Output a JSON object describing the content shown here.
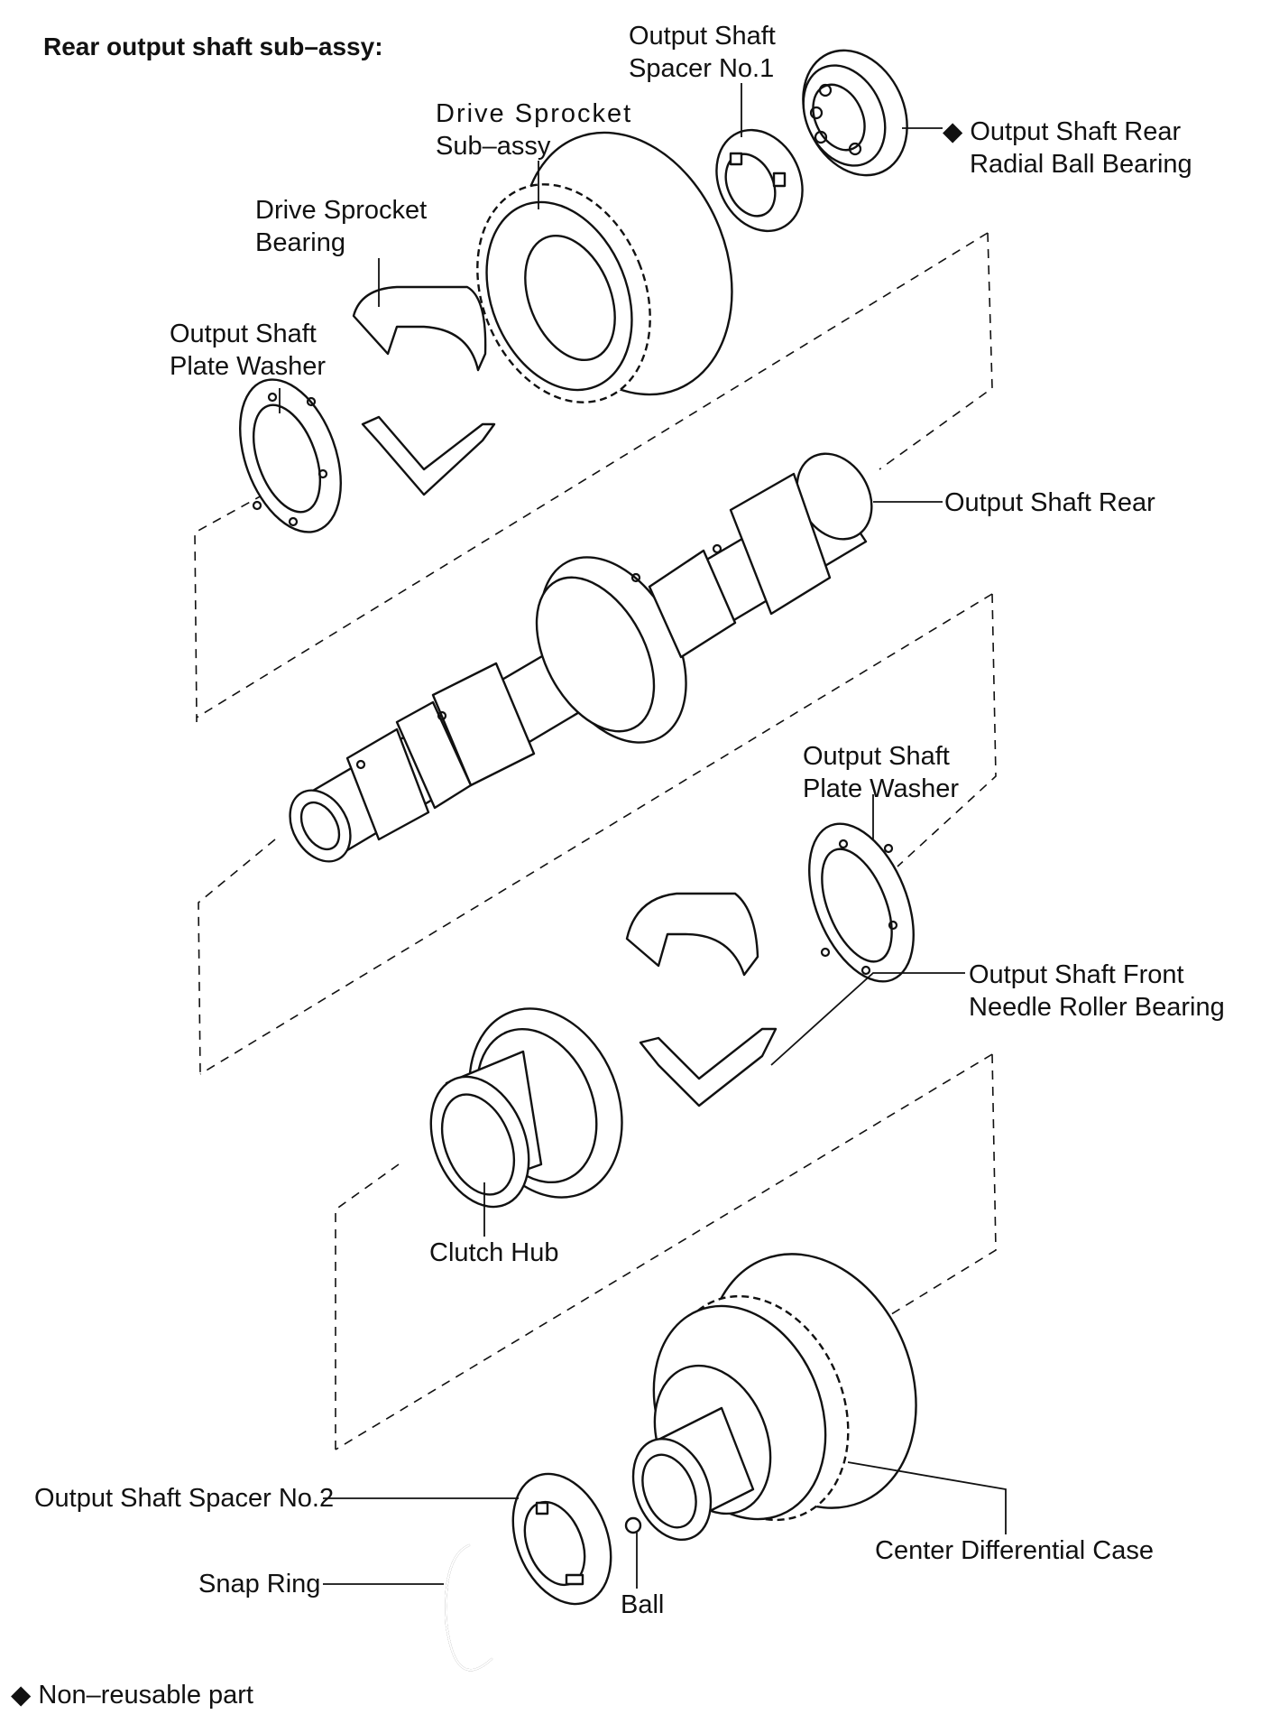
{
  "title": "Rear output shaft sub–assy:",
  "labels": {
    "spacer1": {
      "line1": "Output Shaft",
      "line2": "Spacer No.1"
    },
    "rear_bearing": {
      "line1": "Output Shaft Rear",
      "line2": "Radial Ball Bearing",
      "mark": "◆"
    },
    "drive_sprocket": {
      "line1": "Drive Sprocket",
      "line2": "Sub–assy"
    },
    "sprocket_bearing": {
      "line1": "Drive Sprocket",
      "line2": "Bearing"
    },
    "plate_washer_top": {
      "line1": "Output Shaft",
      "line2": "Plate Washer"
    },
    "shaft_rear": {
      "line1": "Output Shaft Rear"
    },
    "plate_washer_mid": {
      "line1": "Output Shaft",
      "line2": "Plate Washer"
    },
    "front_needle": {
      "line1": "Output Shaft Front",
      "line2": "Needle Roller Bearing"
    },
    "clutch_hub": {
      "line1": "Clutch Hub"
    },
    "spacer2": {
      "line1": "Output Shaft Spacer No.2"
    },
    "snap_ring": {
      "line1": "Snap Ring"
    },
    "ball": {
      "line1": "Ball"
    },
    "center_diff": {
      "line1": "Center Differential Case"
    }
  },
  "legend": {
    "mark": "◆",
    "text": "Non–reusable part"
  }
}
